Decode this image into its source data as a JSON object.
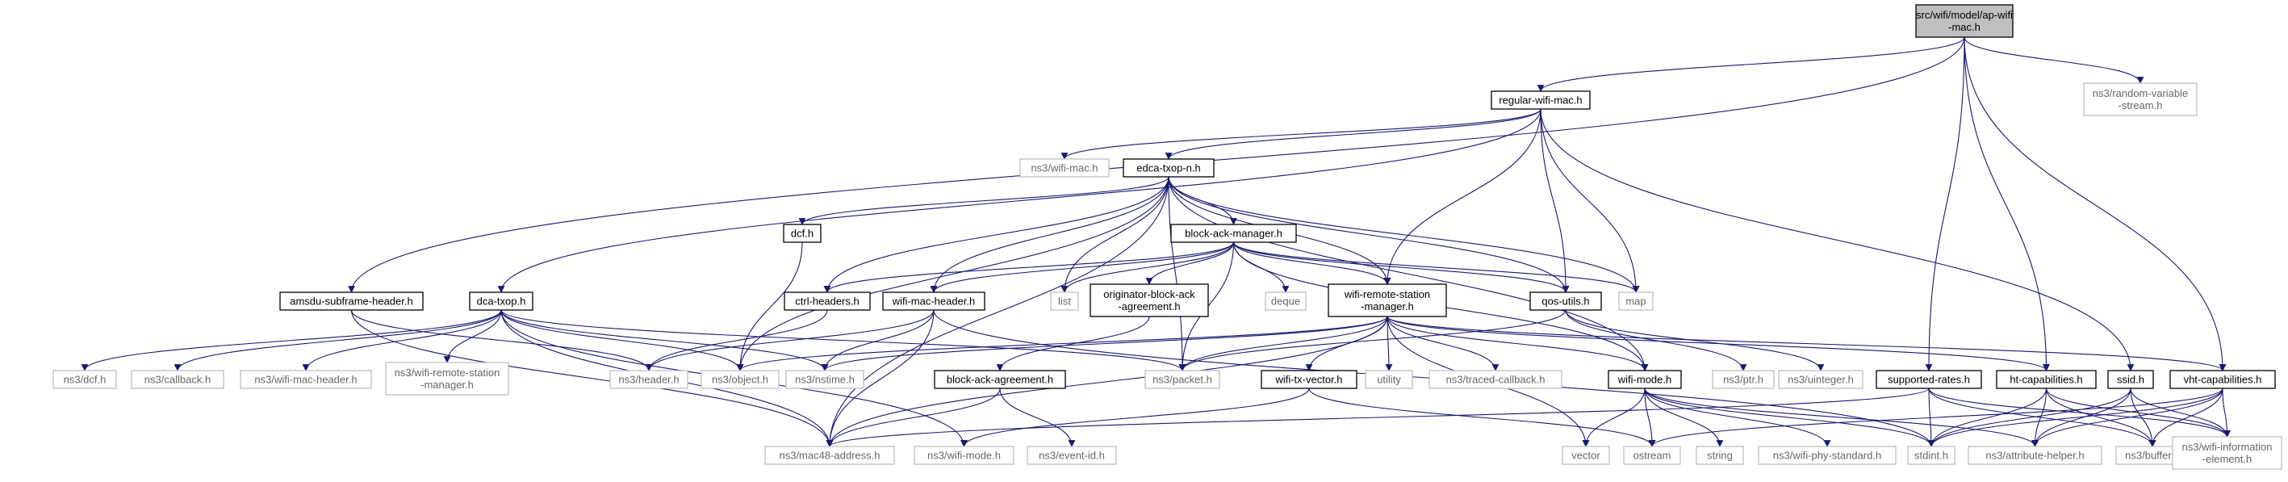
{
  "title": "",
  "colors": {
    "edge": "#191970",
    "box_black": "#000000",
    "box_gray": "#bfbfbf",
    "text": "#000000",
    "text_gray": "#666666",
    "root_fill": "#bfbfbf",
    "fill": "#ffffff"
  },
  "nodes": [
    {
      "id": "ap-wifi-mac",
      "label": [
        "src/wifi/model/ap-wifi",
        "-mac.h"
      ],
      "style": "root"
    },
    {
      "id": "regular-wifi-mac",
      "label": [
        "regular-wifi-mac.h"
      ],
      "style": "black"
    },
    {
      "id": "random-variable-stream",
      "label": [
        "ns3/random-variable",
        "-stream.h"
      ],
      "style": "gray"
    },
    {
      "id": "wifi-mac",
      "label": [
        "ns3/wifi-mac.h"
      ],
      "style": "gray"
    },
    {
      "id": "edca-txop-n",
      "label": [
        "edca-txop-n.h"
      ],
      "style": "black"
    },
    {
      "id": "dcf",
      "label": [
        "dcf.h"
      ],
      "style": "black"
    },
    {
      "id": "block-ack-manager",
      "label": [
        "block-ack-manager.h"
      ],
      "style": "black"
    },
    {
      "id": "amsdu-subframe-header",
      "label": [
        "amsdu-subframe-header.h"
      ],
      "style": "black"
    },
    {
      "id": "dca-txop",
      "label": [
        "dca-txop.h"
      ],
      "style": "black"
    },
    {
      "id": "ctrl-headers",
      "label": [
        "ctrl-headers.h"
      ],
      "style": "black"
    },
    {
      "id": "wifi-mac-header",
      "label": [
        "wifi-mac-header.h"
      ],
      "style": "black"
    },
    {
      "id": "list",
      "label": [
        "list"
      ],
      "style": "gray"
    },
    {
      "id": "originator-block-ack-agreement",
      "label": [
        "originator-block-ack",
        "-agreement.h"
      ],
      "style": "black"
    },
    {
      "id": "deque",
      "label": [
        "deque"
      ],
      "style": "gray"
    },
    {
      "id": "wifi-remote-station-manager",
      "label": [
        "wifi-remote-station",
        "-manager.h"
      ],
      "style": "black"
    },
    {
      "id": "qos-utils",
      "label": [
        "qos-utils.h"
      ],
      "style": "black"
    },
    {
      "id": "map",
      "label": [
        "map"
      ],
      "style": "gray"
    },
    {
      "id": "ns3-dcf",
      "label": [
        "ns3/dcf.h"
      ],
      "style": "gray"
    },
    {
      "id": "ns3-callback",
      "label": [
        "ns3/callback.h"
      ],
      "style": "gray"
    },
    {
      "id": "ns3-wifi-mac-header",
      "label": [
        "ns3/wifi-mac-header.h"
      ],
      "style": "gray"
    },
    {
      "id": "ns3-wifi-remote-station-manager",
      "label": [
        "ns3/wifi-remote-station",
        "-manager.h"
      ],
      "style": "gray"
    },
    {
      "id": "ns3-header",
      "label": [
        "ns3/header.h"
      ],
      "style": "gray"
    },
    {
      "id": "ns3-object",
      "label": [
        "ns3/object.h"
      ],
      "style": "gray"
    },
    {
      "id": "ns3-nstime",
      "label": [
        "ns3/nstime.h"
      ],
      "style": "gray"
    },
    {
      "id": "block-ack-agreement",
      "label": [
        "block-ack-agreement.h"
      ],
      "style": "black"
    },
    {
      "id": "ns3-packet",
      "label": [
        "ns3/packet.h"
      ],
      "style": "gray"
    },
    {
      "id": "wifi-tx-vector",
      "label": [
        "wifi-tx-vector.h"
      ],
      "style": "black"
    },
    {
      "id": "utility",
      "label": [
        "utility"
      ],
      "style": "gray"
    },
    {
      "id": "ns3-traced-callback",
      "label": [
        "ns3/traced-callback.h"
      ],
      "style": "gray"
    },
    {
      "id": "wifi-mode",
      "label": [
        "wifi-mode.h"
      ],
      "style": "black"
    },
    {
      "id": "ns3-ptr",
      "label": [
        "ns3/ptr.h"
      ],
      "style": "gray"
    },
    {
      "id": "ns3-uinteger",
      "label": [
        "ns3/uinteger.h"
      ],
      "style": "gray"
    },
    {
      "id": "supported-rates",
      "label": [
        "supported-rates.h"
      ],
      "style": "black"
    },
    {
      "id": "ht-capabilities",
      "label": [
        "ht-capabilities.h"
      ],
      "style": "black"
    },
    {
      "id": "ssid",
      "label": [
        "ssid.h"
      ],
      "style": "black"
    },
    {
      "id": "vht-capabilities",
      "label": [
        "vht-capabilities.h"
      ],
      "style": "black"
    },
    {
      "id": "ns3-mac48-address",
      "label": [
        "ns3/mac48-address.h"
      ],
      "style": "gray"
    },
    {
      "id": "ns3-wifi-mode",
      "label": [
        "ns3/wifi-mode.h"
      ],
      "style": "gray"
    },
    {
      "id": "ns3-event-id",
      "label": [
        "ns3/event-id.h"
      ],
      "style": "gray"
    },
    {
      "id": "vector",
      "label": [
        "vector"
      ],
      "style": "gray"
    },
    {
      "id": "ostream",
      "label": [
        "ostream"
      ],
      "style": "gray"
    },
    {
      "id": "string",
      "label": [
        "string"
      ],
      "style": "gray"
    },
    {
      "id": "ns3-wifi-phy-standard",
      "label": [
        "ns3/wifi-phy-standard.h"
      ],
      "style": "gray"
    },
    {
      "id": "stdint",
      "label": [
        "stdint.h"
      ],
      "style": "gray"
    },
    {
      "id": "ns3-attribute-helper",
      "label": [
        "ns3/attribute-helper.h"
      ],
      "style": "gray"
    },
    {
      "id": "ns3-buffer",
      "label": [
        "ns3/buffer.h"
      ],
      "style": "gray"
    },
    {
      "id": "ns3-wifi-information-element",
      "label": [
        "ns3/wifi-information",
        "-element.h"
      ],
      "style": "gray"
    }
  ],
  "edges": [
    [
      "ap-wifi-mac",
      "regular-wifi-mac"
    ],
    [
      "ap-wifi-mac",
      "random-variable-stream"
    ],
    [
      "ap-wifi-mac",
      "amsdu-subframe-header"
    ],
    [
      "ap-wifi-mac",
      "supported-rates"
    ],
    [
      "ap-wifi-mac",
      "ht-capabilities"
    ],
    [
      "ap-wifi-mac",
      "vht-capabilities"
    ],
    [
      "regular-wifi-mac",
      "wifi-mac"
    ],
    [
      "regular-wifi-mac",
      "edca-txop-n"
    ],
    [
      "regular-wifi-mac",
      "dca-txop"
    ],
    [
      "regular-wifi-mac",
      "wifi-remote-station-manager"
    ],
    [
      "regular-wifi-mac",
      "qos-utils"
    ],
    [
      "regular-wifi-mac",
      "map"
    ],
    [
      "regular-wifi-mac",
      "ssid"
    ],
    [
      "edca-txop-n",
      "dcf"
    ],
    [
      "edca-txop-n",
      "block-ack-manager"
    ],
    [
      "edca-txop-n",
      "ctrl-headers"
    ],
    [
      "edca-txop-n",
      "wifi-mac-header"
    ],
    [
      "edca-txop-n",
      "list"
    ],
    [
      "edca-txop-n",
      "wifi-remote-station-manager"
    ],
    [
      "edca-txop-n",
      "qos-utils"
    ],
    [
      "edca-txop-n",
      "map"
    ],
    [
      "edca-txop-n",
      "ns3-object"
    ],
    [
      "edca-txop-n",
      "ns3-packet"
    ],
    [
      "edca-txop-n",
      "ns3-mac48-address"
    ],
    [
      "edca-txop-n",
      "wifi-mode"
    ],
    [
      "dcf",
      "ns3-object"
    ],
    [
      "block-ack-manager",
      "ctrl-headers"
    ],
    [
      "block-ack-manager",
      "wifi-mac-header"
    ],
    [
      "block-ack-manager",
      "list"
    ],
    [
      "block-ack-manager",
      "originator-block-ack-agreement"
    ],
    [
      "block-ack-manager",
      "deque"
    ],
    [
      "block-ack-manager",
      "wifi-remote-station-manager"
    ],
    [
      "block-ack-manager",
      "qos-utils"
    ],
    [
      "block-ack-manager",
      "map"
    ],
    [
      "block-ack-manager",
      "ns3-packet"
    ],
    [
      "block-ack-manager",
      "wifi-mode"
    ],
    [
      "amsdu-subframe-header",
      "ns3-header"
    ],
    [
      "amsdu-subframe-header",
      "ns3-mac48-address"
    ],
    [
      "dca-txop",
      "ns3-dcf"
    ],
    [
      "dca-txop",
      "ns3-callback"
    ],
    [
      "dca-txop",
      "ns3-wifi-mac-header"
    ],
    [
      "dca-txop",
      "ns3-wifi-remote-station-manager"
    ],
    [
      "dca-txop",
      "ns3-object"
    ],
    [
      "dca-txop",
      "ns3-nstime"
    ],
    [
      "dca-txop",
      "ns3-packet"
    ],
    [
      "dca-txop",
      "ns3-mac48-address"
    ],
    [
      "dca-txop",
      "ns3-wifi-mode"
    ],
    [
      "ctrl-headers",
      "ns3-header"
    ],
    [
      "wifi-mac-header",
      "ns3-header"
    ],
    [
      "wifi-mac-header",
      "ns3-nstime"
    ],
    [
      "wifi-mac-header",
      "ns3-mac48-address"
    ],
    [
      "wifi-mac-header",
      "stdint"
    ],
    [
      "originator-block-ack-agreement",
      "block-ack-agreement"
    ],
    [
      "block-ack-agreement",
      "ns3-mac48-address"
    ],
    [
      "block-ack-agreement",
      "ns3-event-id"
    ],
    [
      "wifi-remote-station-manager",
      "ns3-object"
    ],
    [
      "wifi-remote-station-manager",
      "ns3-nstime"
    ],
    [
      "wifi-remote-station-manager",
      "ns3-packet"
    ],
    [
      "wifi-remote-station-manager",
      "wifi-tx-vector"
    ],
    [
      "wifi-remote-station-manager",
      "utility"
    ],
    [
      "wifi-remote-station-manager",
      "ns3-traced-callback"
    ],
    [
      "wifi-remote-station-manager",
      "wifi-mode"
    ],
    [
      "wifi-remote-station-manager",
      "vector"
    ],
    [
      "wifi-remote-station-manager",
      "ns3-mac48-address"
    ],
    [
      "wifi-remote-station-manager",
      "ht-capabilities"
    ],
    [
      "wifi-remote-station-manager",
      "vht-capabilities"
    ],
    [
      "qos-utils",
      "ns3-packet"
    ],
    [
      "qos-utils",
      "ns3-ptr"
    ],
    [
      "qos-utils",
      "ns3-uinteger"
    ],
    [
      "wifi-tx-vector",
      "ns3-wifi-mode"
    ],
    [
      "wifi-tx-vector",
      "ostream"
    ],
    [
      "wifi-mode",
      "vector"
    ],
    [
      "wifi-mode",
      "ostream"
    ],
    [
      "wifi-mode",
      "string"
    ],
    [
      "wifi-mode",
      "ns3-wifi-phy-standard"
    ],
    [
      "wifi-mode",
      "stdint"
    ],
    [
      "wifi-mode",
      "ns3-attribute-helper"
    ],
    [
      "supported-rates",
      "ns3-mac48-address"
    ],
    [
      "supported-rates",
      "stdint"
    ],
    [
      "supported-rates",
      "ns3-buffer"
    ],
    [
      "supported-rates",
      "ns3-wifi-information-element"
    ],
    [
      "ht-capabilities",
      "stdint"
    ],
    [
      "ht-capabilities",
      "ns3-attribute-helper"
    ],
    [
      "ht-capabilities",
      "ns3-buffer"
    ],
    [
      "ht-capabilities",
      "ns3-wifi-information-element"
    ],
    [
      "ssid",
      "stdint"
    ],
    [
      "ssid",
      "ns3-attribute-helper"
    ],
    [
      "ssid",
      "ns3-buffer"
    ],
    [
      "ssid",
      "ns3-wifi-information-element"
    ],
    [
      "vht-capabilities",
      "stdint"
    ],
    [
      "vht-capabilities",
      "ns3-attribute-helper"
    ],
    [
      "vht-capabilities",
      "ns3-buffer"
    ],
    [
      "vht-capabilities",
      "ns3-wifi-information-element"
    ],
    [
      "vht-capabilities",
      "ostream"
    ]
  ]
}
